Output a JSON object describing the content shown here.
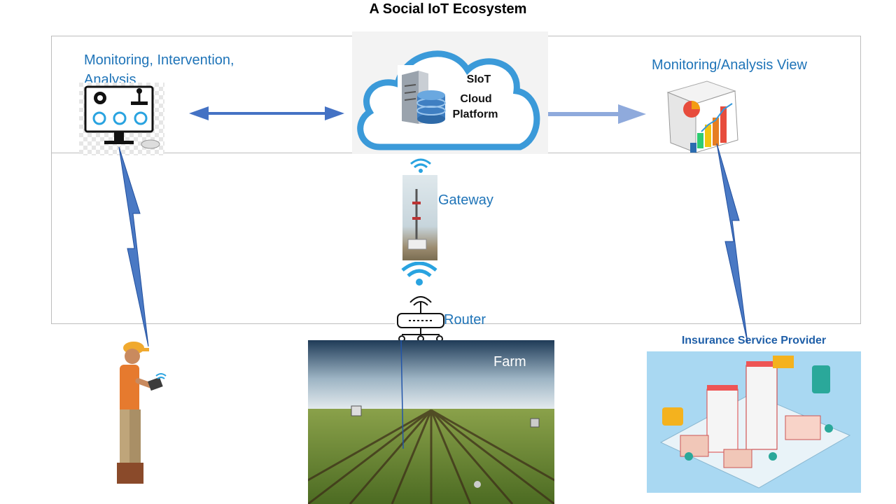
{
  "title": "A Social IoT Ecosystem",
  "labels": {
    "monitoring_intervention": "Monitoring, Intervention, Analysis",
    "monitoring_view": "Monitoring/Analysis View",
    "cloud_line1": "SIoT",
    "cloud_line2": "Cloud",
    "cloud_line3": "Platform",
    "gateway": "Gateway",
    "router": "Router",
    "farm": "Farm",
    "insurance": "Insurance Service Provider"
  },
  "colors": {
    "label_blue": "#1f74b8",
    "arrow_blue": "#4472c4",
    "arrow_light": "#8faadc",
    "cloud_stroke": "#3b9ad9",
    "wifi": "#29a3e0",
    "lightning": "#1f4e9e",
    "insurance_bg": "#a9d8f2"
  },
  "icons": [
    "monitor-icon",
    "cloud-icon",
    "server-icon",
    "database-icon",
    "chart-folder-icon",
    "wifi-icon",
    "tower-icon",
    "router-icon",
    "farmer-icon",
    "city-icon"
  ]
}
